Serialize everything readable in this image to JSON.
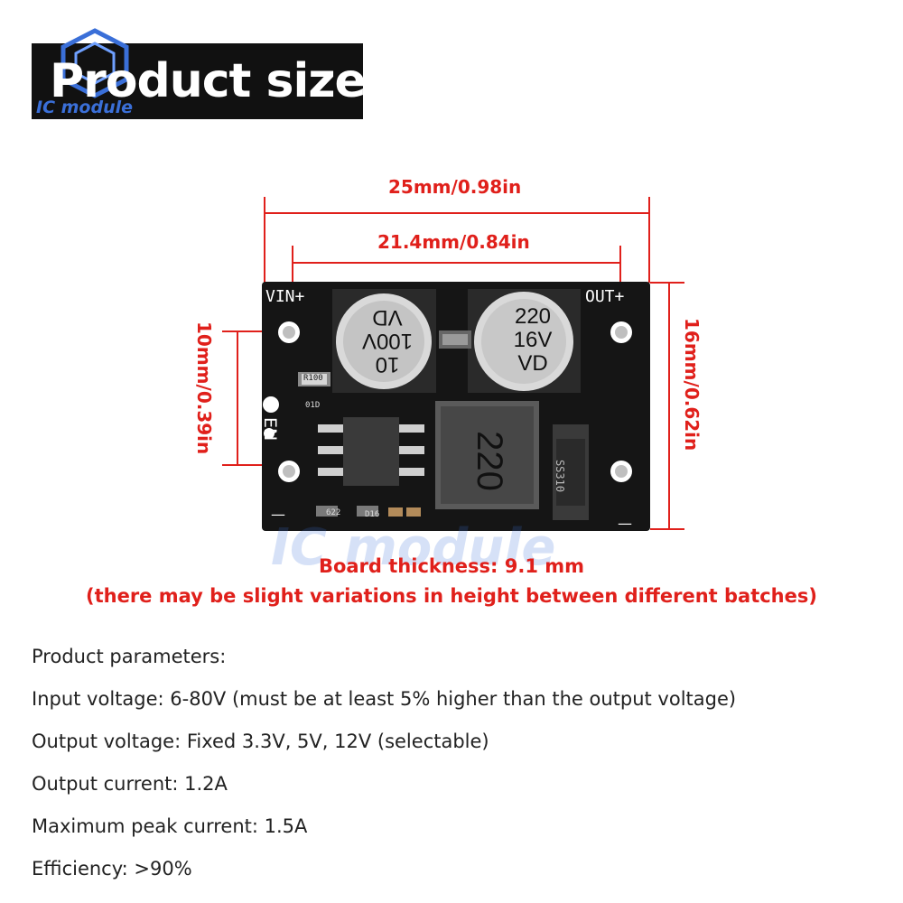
{
  "header": {
    "title": "Product size"
  },
  "watermark": {
    "logo_text": "IC module",
    "center_text": "IC module"
  },
  "dimensions": {
    "width_outer": "25mm/0.98in",
    "width_inner": "21.4mm/0.84in",
    "height_left": "10mm/0.39in",
    "height_right": "16mm/0.62in"
  },
  "board_labels": {
    "vin": "VIN+",
    "out": "OUT+",
    "en": "EN",
    "minus_left": "—",
    "minus_right": "—",
    "cap1_lines": [
      "10",
      "100V",
      "VD"
    ],
    "cap2_lines": [
      "220",
      "16V",
      "VD"
    ],
    "inductor": "220",
    "diode": "SS310",
    "resistor": "R100",
    "marks": [
      "01D",
      "622",
      "D16"
    ]
  },
  "thickness": {
    "line1": "Board thickness: 9.1 mm",
    "line2": "(there may be slight variations in height between different batches)"
  },
  "parameters": [
    "Product parameters:",
    "Input voltage: 6-80V (must be at least 5% higher than the output voltage)",
    "Output voltage: Fixed 3.3V, 5V, 12V (selectable)",
    "Output current: 1.2A",
    "Maximum peak current: 1.5A",
    "Efficiency: >90%"
  ],
  "colors": {
    "dimension": "#e0201b",
    "header_bg": "#111111",
    "logo": "#3a6fd8",
    "pcb": "#151515"
  }
}
